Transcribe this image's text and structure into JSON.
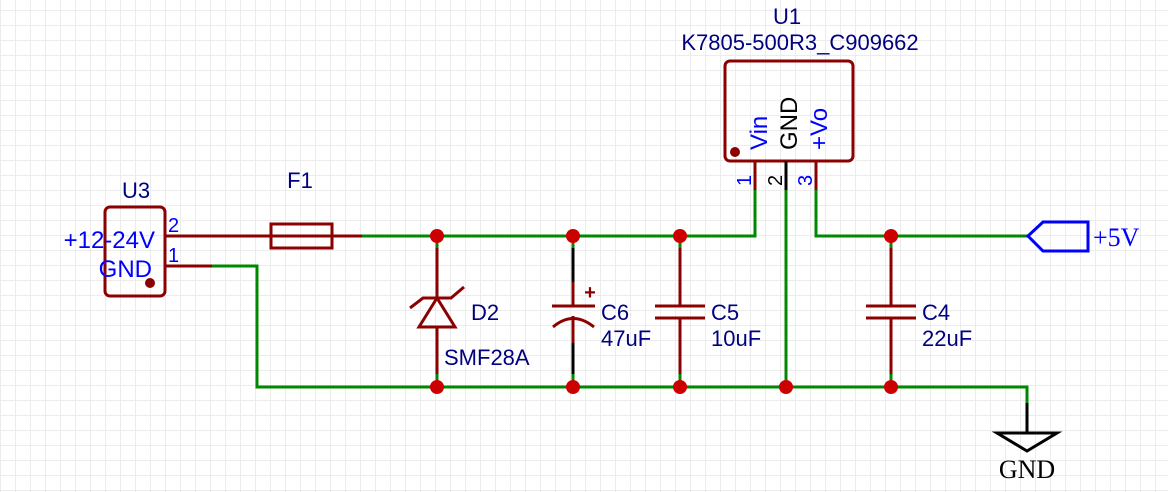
{
  "colors": {
    "wire": "#008800",
    "part": "#8b0000",
    "junction": "#cc0000",
    "designator": "#000080",
    "pin_name": "#0000ff",
    "net_flag": "#0000ff",
    "gnd_symbol": "#000000"
  },
  "components": {
    "U3": {
      "designator": "U3",
      "pin_names": [
        "+12-24V",
        "GND"
      ],
      "pin_numbers": [
        "2",
        "1"
      ]
    },
    "F1": {
      "designator": "F1"
    },
    "D2": {
      "designator": "D2",
      "value": "SMF28A"
    },
    "C6": {
      "designator": "C6",
      "value": "47uF",
      "polarity_mark": "+"
    },
    "C5": {
      "designator": "C5",
      "value": "10uF"
    },
    "C4": {
      "designator": "C4",
      "value": "22uF"
    },
    "U1": {
      "designator": "U1",
      "part_number": "K7805-500R3_C909662",
      "pin_names": [
        "Vin",
        "GND",
        "+Vo"
      ],
      "pin_numbers": [
        "1",
        "2",
        "3"
      ]
    }
  },
  "net_labels": {
    "output": "+5V",
    "ground": "GND"
  }
}
